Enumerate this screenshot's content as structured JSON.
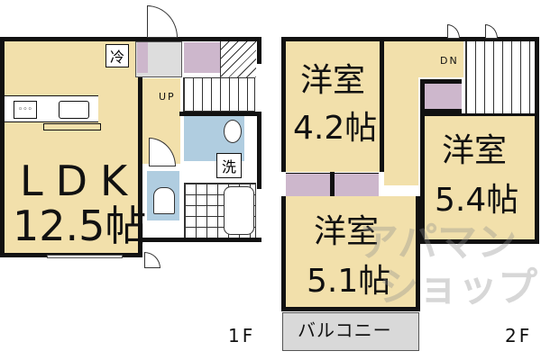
{
  "floor_1": {
    "label": "1F",
    "ldk": {
      "name": "LDK",
      "size": "12.5帖"
    },
    "up_label": "UP",
    "fridge_label": "冷",
    "washer_label": "洗"
  },
  "floor_2": {
    "label": "2F",
    "rooms": [
      {
        "name": "洋室",
        "size": "4.2帖"
      },
      {
        "name": "洋室",
        "size": "5.4帖"
      },
      {
        "name": "洋室",
        "size": "5.1帖"
      }
    ],
    "dn_label": "DN",
    "balcony_label": "バルコニー"
  },
  "watermark": {
    "line1": "アパマン",
    "line2": "ショップ"
  },
  "colors": {
    "room": "#f2e0ab",
    "storage": "#cdb7cc",
    "wet_area": "#b0cde0",
    "wall": "#111111",
    "balcony": "#d9d9d9"
  }
}
